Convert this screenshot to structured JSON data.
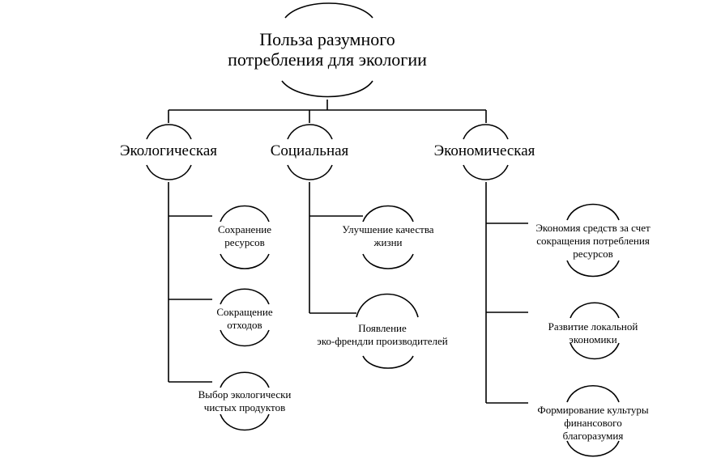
{
  "root": {
    "line1": "Польза разумного",
    "line2": "потребления для экологии"
  },
  "categories": [
    {
      "title": "Экологическая",
      "items": [
        [
          "Сохранение",
          "ресурсов"
        ],
        [
          "Сокращение",
          "отходов"
        ],
        [
          "Выбор экологически",
          "чистых продуктов"
        ]
      ]
    },
    {
      "title": "Социальная",
      "items": [
        [
          "Улучшение качества",
          "жизни"
        ],
        [
          "Появление",
          "эко-френдли производителей"
        ]
      ]
    },
    {
      "title": "Экономическая",
      "items": [
        [
          "Экономия средств за счет",
          "сокращения потребления",
          "ресурсов"
        ],
        [
          "Развитие локальной",
          "экономики"
        ],
        [
          "Формирование культуры",
          "финансового",
          "благоразумия"
        ]
      ]
    }
  ]
}
